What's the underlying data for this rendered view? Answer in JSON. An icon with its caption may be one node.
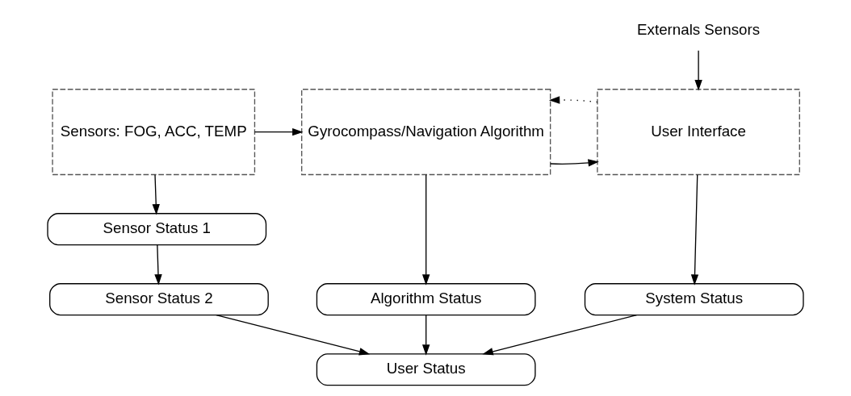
{
  "diagram": {
    "nodes": [
      {
        "text": [
          "Sensors: FOG, ACC, TEMP"
        ]
      },
      {
        "text": [
          "Gyrocompass/Navigation Algorithm"
        ]
      },
      {
        "text": [
          "User Interface"
        ]
      },
      {
        "text": [
          "Externals Sensors"
        ]
      },
      {
        "text": [
          "Sensor Status 1"
        ]
      },
      {
        "text": [
          "Sensor Status 2"
        ]
      },
      {
        "text": [
          "Algorithm Status"
        ]
      },
      {
        "text": [
          "System Status"
        ]
      },
      {
        "text": [
          "User Status"
        ]
      }
    ],
    "edges": [
      {
        "from": 0,
        "to": 1,
        "arrow": "to"
      },
      {
        "from": 1,
        "to": 2,
        "arrow": "to"
      },
      {
        "from": 3,
        "to": 2,
        "arrow": "to"
      },
      {
        "from": 2,
        "to": 1,
        "arrow": "to",
        "style": "dashed"
      },
      {
        "from": 0,
        "to": 4,
        "arrow": "to"
      },
      {
        "from": 4,
        "to": 5,
        "arrow": "to"
      },
      {
        "from": 1,
        "to": 6,
        "arrow": "to"
      },
      {
        "from": 2,
        "to": 7,
        "arrow": "to"
      },
      {
        "from": 5,
        "to": 8,
        "arrow": "to"
      },
      {
        "from": 6,
        "to": 8,
        "arrow": "to"
      },
      {
        "from": 7,
        "to": 8,
        "arrow": "to"
      }
    ]
  }
}
